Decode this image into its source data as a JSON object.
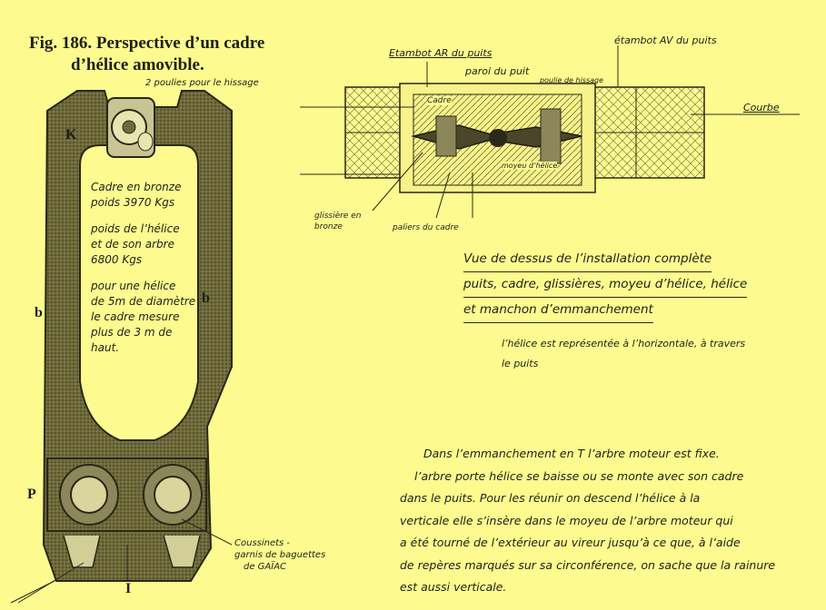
{
  "figure": {
    "title_line1": "Fig. 186. Perspective d’un cadre",
    "title_line2": "d’hélice amovible.",
    "label_pulleys": "2 poulies pour le hissage",
    "letter_k": "K",
    "letter_b_left": "b",
    "letter_b_right": "b",
    "letter_p": "P",
    "letter_i": "I",
    "frame_note": [
      "Cadre en bronze",
      "poids 3970 Kgs",
      "poids de l’hélice",
      "et de son arbre",
      "6800 Kgs",
      "pour une hélice",
      "de 5m de diamètre",
      "le cadre mesure",
      "plus de 3 m de",
      "haut."
    ],
    "bearings_label_1": "Coussinets -",
    "bearings_label_2": "garnis de baguettes",
    "bearings_label_3": "de GAÏAC"
  },
  "top_view": {
    "label_etambot_ar": "Etambot AR du puits",
    "label_etambot_av": "étambot AV du puits",
    "label_paroi": "paroi du puit",
    "label_poulie": "poulie de hissage",
    "label_cadre": "Cadre",
    "label_courbe": "Courbe",
    "label_moyeu": "moyeu d’hélice",
    "label_glissiere_1": "glissière en",
    "label_glissiere_2": "bronze",
    "label_paliers": "paliers du cadre",
    "title_lines": [
      "Vue de dessus de l’installation complète",
      "puits, cadre, glissières, moyeu d’hélice, hélice",
      "et manchon d’emmanchement"
    ],
    "note_line1": "l’hélice est représentée à l’horizontale, à travers",
    "note_line2": "le puits"
  },
  "paragraph": [
    "Dans l’emmanchement en T l’arbre moteur est fixe.",
    "l’arbre porte hélice se baisse ou se monte avec son cadre",
    "dans le puits. Pour les réunir on descend l’hélice à la",
    "verticale elle s’insère dans le moyeu de l’arbre moteur qui",
    "a été tourné de l’extérieur au vireur jusqu’à ce que, à l’aide",
    "de repères marqués sur sa circonférence, on sache que la rainure",
    "est aussi verticale."
  ]
}
